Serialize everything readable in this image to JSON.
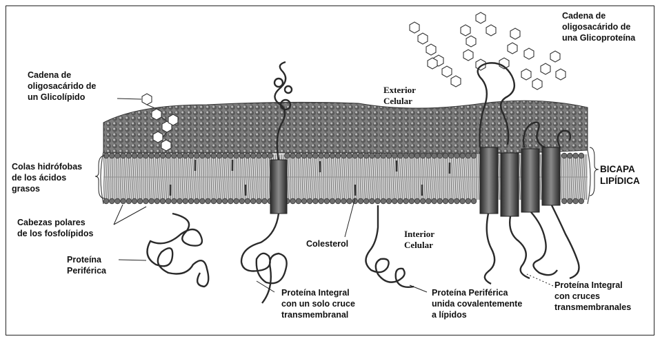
{
  "diagram": {
    "labels": {
      "glycolipid_chain": "Cadena de\noligosacárido de\nun Glicolípido",
      "glycoprotein_chain": "Cadena de\noligosacárido de\nuna Glicoproteína",
      "exterior": "Exterior\nCelular",
      "interior": "Interior\nCelular",
      "hydrophobic_tails": "Colas hidrófobas\nde los ácidos\ngrasos",
      "bilayer": "BICAPA\nLIPÍDICA",
      "polar_heads": "Cabezas polares\nde los fosfolípidos",
      "cholesterol": "Colesterol",
      "peripheral_protein": "Proteína\nPeriférica",
      "single_pass_protein": "Proteína Integral\ncon un solo cruce\ntransmembranal",
      "lipid_anchored_protein": "Proteína Periférica\nunida covalentemente\na lípidos",
      "multi_pass_protein": "Proteína Integral\ncon cruces\ntransmembranales"
    }
  },
  "colors": {
    "ink": "#111111",
    "head": "#6e6e6e",
    "head_dark": "#3a3a3a",
    "tail": "#9a9a9a",
    "surface": "#8a8a8a"
  }
}
